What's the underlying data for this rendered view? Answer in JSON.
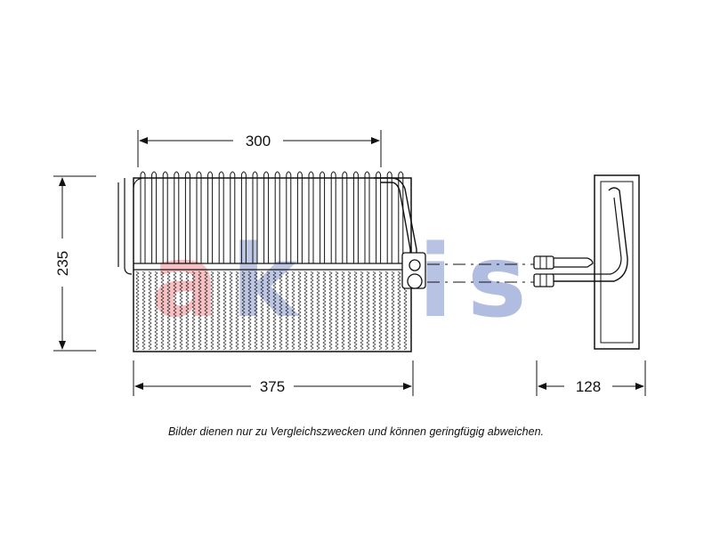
{
  "dimensions": {
    "width_top": "300",
    "width_bottom": "375",
    "height": "235",
    "depth": "128"
  },
  "caption": "Bilder dienen nur zu Vergleichszwecken und können geringfügig abweichen.",
  "watermark": {
    "text": "akis",
    "colors": {
      "red": "#e8343b",
      "blue": "#2848a8"
    }
  },
  "line_color": "#111111"
}
